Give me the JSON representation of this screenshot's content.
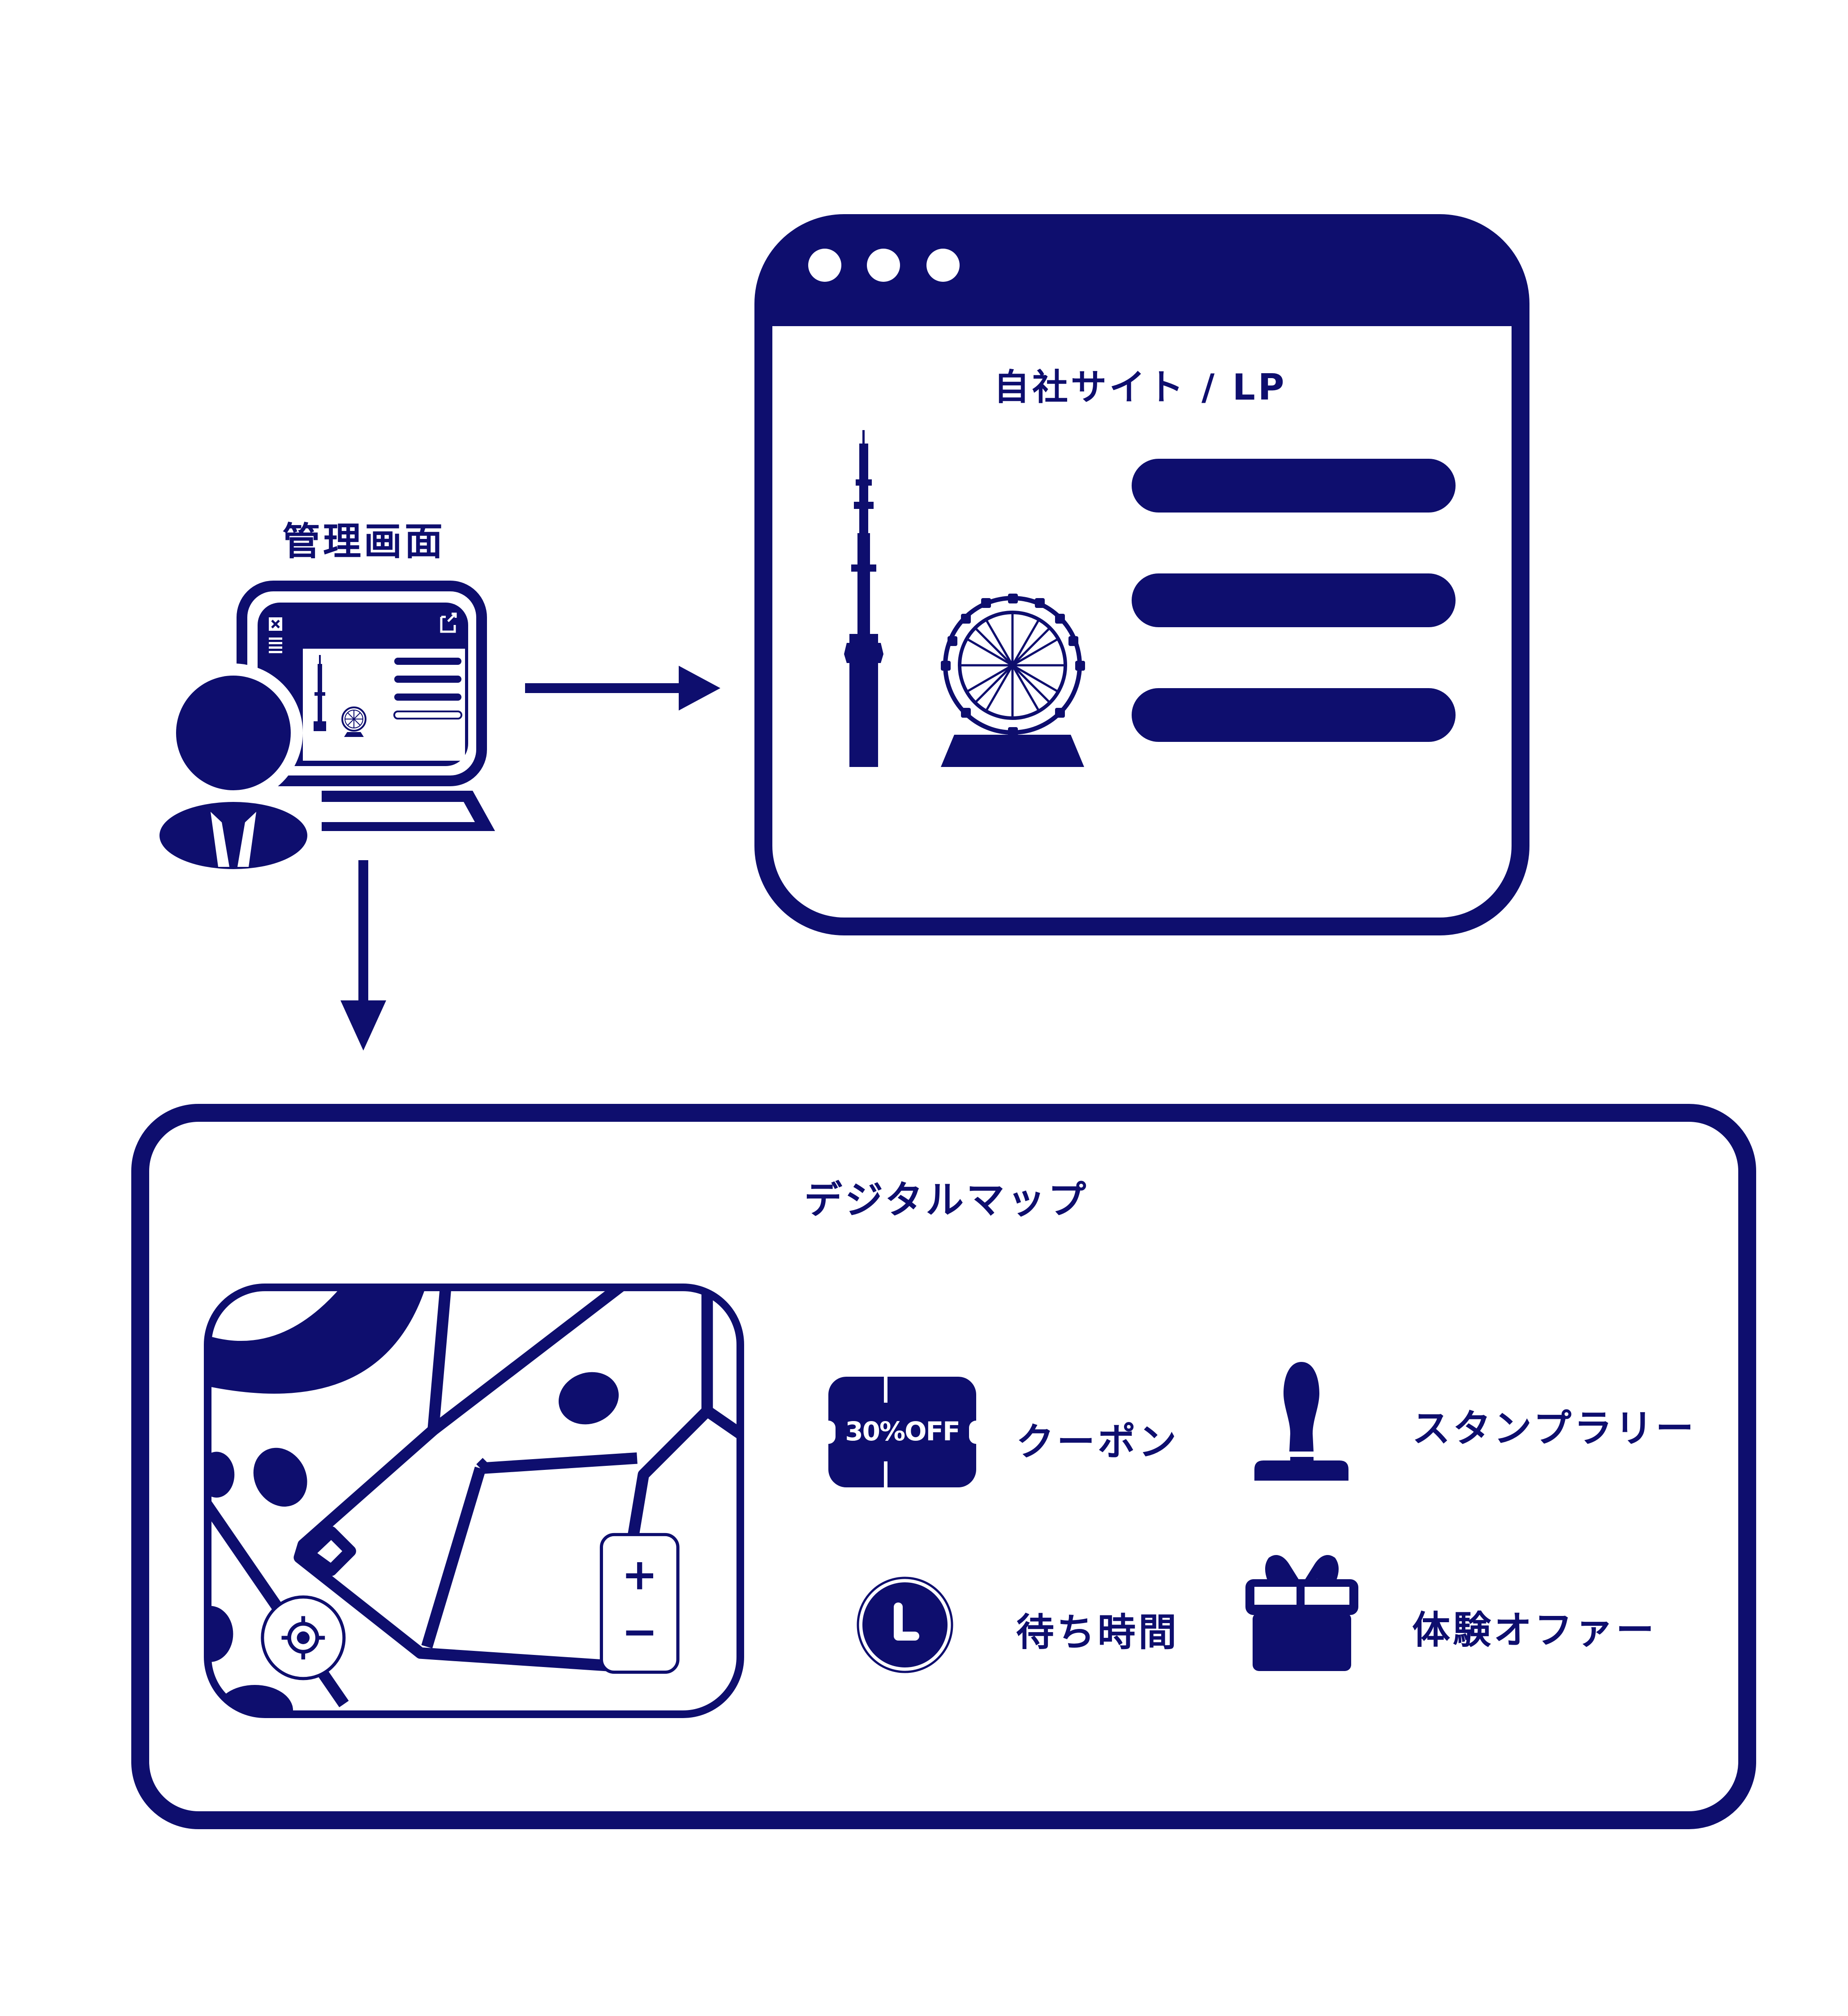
{
  "colors": {
    "primary": "#0e0e6e",
    "background": "#ffffff"
  },
  "admin": {
    "label": "管理画面",
    "icons": [
      "person-icon",
      "monitor-icon",
      "close-icon",
      "external-link-icon",
      "menu-icon",
      "tower-icon",
      "ferris-wheel-icon"
    ]
  },
  "website": {
    "title": "自社サイト / LP",
    "icons": [
      "tower-icon",
      "ferris-wheel-icon"
    ]
  },
  "digital_map": {
    "title": "デジタルマップ",
    "map_controls": {
      "zoom_in": "+",
      "zoom_out": "−"
    },
    "features": [
      {
        "label": "クーポン",
        "icon": "coupon-icon",
        "icon_text": "30%OFF"
      },
      {
        "label": "スタンプラリー",
        "icon": "stamp-icon"
      },
      {
        "label": "待ち時間",
        "icon": "clock-icon"
      },
      {
        "label": "体験オファー",
        "icon": "gift-icon"
      }
    ]
  }
}
